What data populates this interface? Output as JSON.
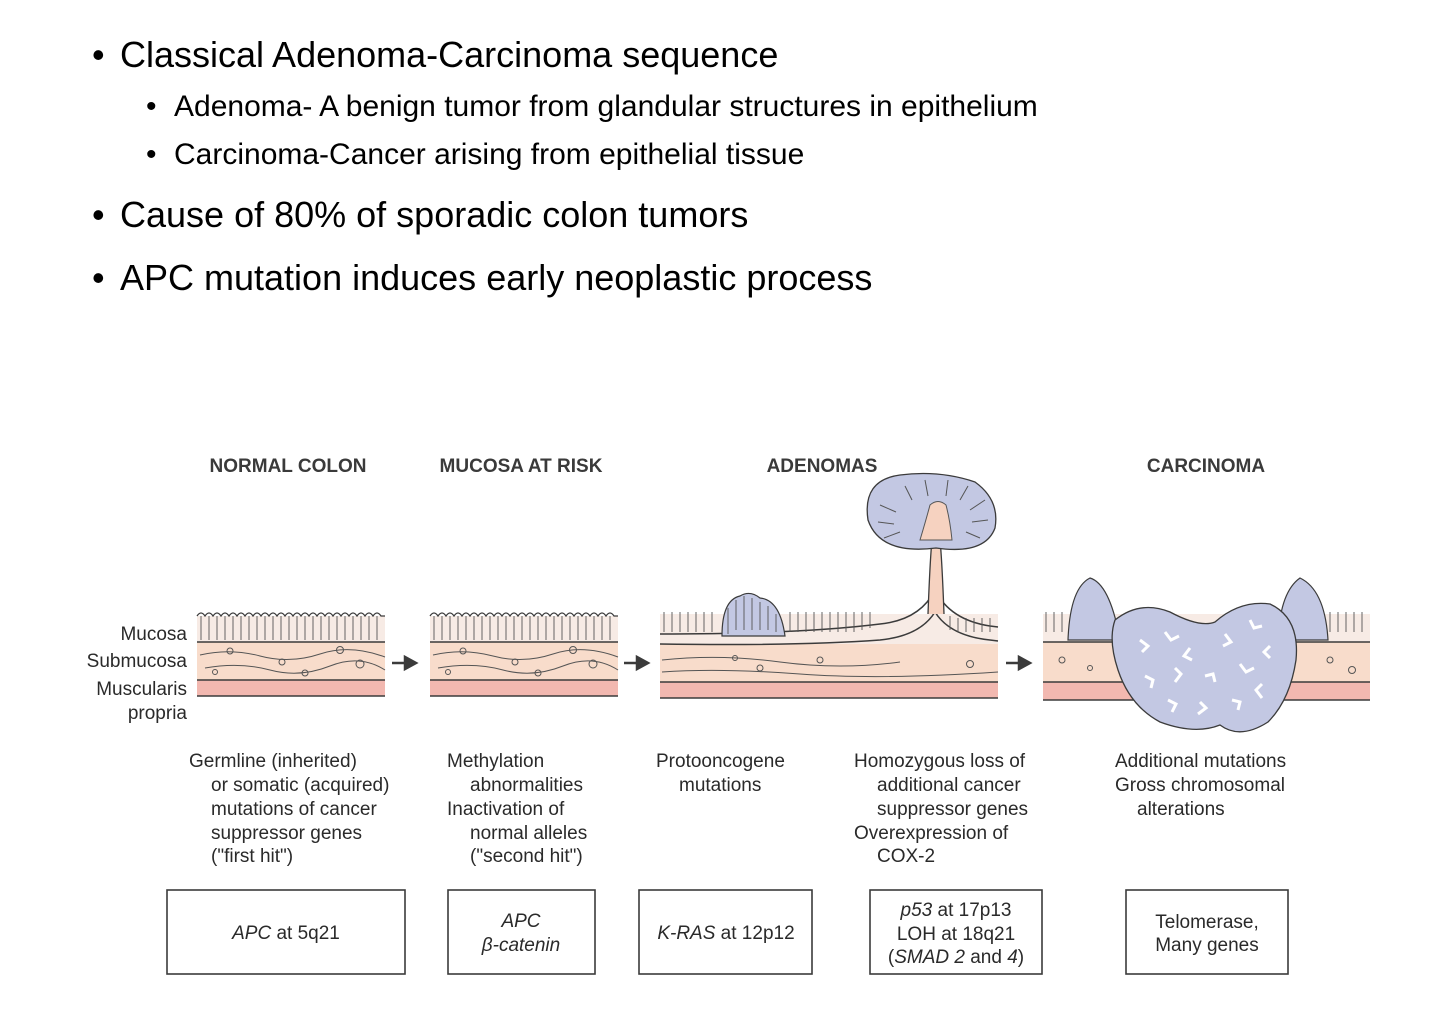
{
  "bullets": [
    {
      "level": 1,
      "text": "Classical Adenoma-Carcinoma sequence"
    },
    {
      "level": 2,
      "text": "Adenoma- A benign tumor from glandular structures in epithelium"
    },
    {
      "level": 2,
      "text": "Carcinoma-Cancer arising from epithelial tissue"
    },
    {
      "level": 1,
      "text": "Cause of 80% of sporadic colon tumors"
    },
    {
      "level": 1,
      "text": "APC mutation induces early neoplastic process"
    }
  ],
  "figure": {
    "stages": [
      "NORMAL COLON",
      "MUCOSA AT RISK",
      "ADENOMAS",
      "CARCINOMA"
    ],
    "layers": [
      "Mucosa",
      "Submucosa",
      "Muscularis",
      "propria"
    ],
    "descriptions": [
      [
        "Germline (inherited)",
        "or somatic (acquired)",
        "mutations of cancer",
        "suppressor genes",
        "(\"first hit\")"
      ],
      [
        "Methylation",
        "abnormalities",
        "Inactivation of",
        "normal alleles",
        "(\"second hit\")"
      ],
      [
        "Protooncogene",
        "mutations"
      ],
      [
        "Homozygous loss of",
        "additional cancer",
        "suppressor genes",
        "Overexpression of",
        "COX-2"
      ],
      [
        "Additional mutations",
        "Gross chromosomal",
        "alterations"
      ]
    ],
    "genes": {
      "apc_italic": "APC",
      "apc_rest": " at 5q21",
      "apc2": "APC",
      "beta_catenin": "β-catenin",
      "kras_italic": "K-RAS",
      "kras_rest": " at 12p12",
      "p53_italic": "p53",
      "p53_rest": " at 17p13",
      "loh": "LOH at 18q21",
      "smad_open": "(",
      "smad_italic": "SMAD 2",
      "smad_and": " and ",
      "smad_4": "4",
      "smad_close": ")",
      "telomerase": "Telomerase,",
      "many_genes": "Many genes"
    },
    "colors": {
      "mucosa": "#f7ebe5",
      "submucosa": "#f8dccb",
      "muscularis": "#f2b8b0",
      "tumor": "#c3c8e3",
      "lumen_core": "#f6d2c0",
      "line": "#3b3b3b"
    }
  }
}
